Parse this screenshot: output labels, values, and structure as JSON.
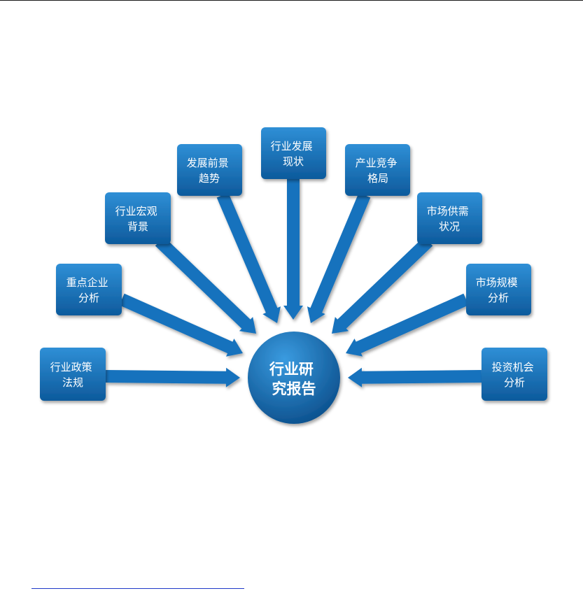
{
  "hub": {
    "lines": [
      "行业研",
      "究报告"
    ]
  },
  "nodes": [
    {
      "id": "policy",
      "lines": [
        "行业政策",
        "法规"
      ]
    },
    {
      "id": "enterprises",
      "lines": [
        "重点企业",
        "分析"
      ]
    },
    {
      "id": "macro",
      "lines": [
        "行业宏观",
        "背景"
      ]
    },
    {
      "id": "prospects",
      "lines": [
        "发展前景",
        "趋势"
      ]
    },
    {
      "id": "status",
      "lines": [
        "行业发展",
        "现状"
      ]
    },
    {
      "id": "competition",
      "lines": [
        "产业竞争",
        "格局"
      ]
    },
    {
      "id": "supply",
      "lines": [
        "市场供需",
        "状况"
      ]
    },
    {
      "id": "scale",
      "lines": [
        "市场规模",
        "分析"
      ]
    },
    {
      "id": "investment",
      "lines": [
        "投资机会",
        "分析"
      ]
    }
  ],
  "colors": {
    "box_light": "#2f8fd6",
    "box_dark": "#0d5a9c",
    "arrow": "#1872bd",
    "hub_light": "#3a9be0",
    "hub_dark": "#0b4f8c"
  }
}
